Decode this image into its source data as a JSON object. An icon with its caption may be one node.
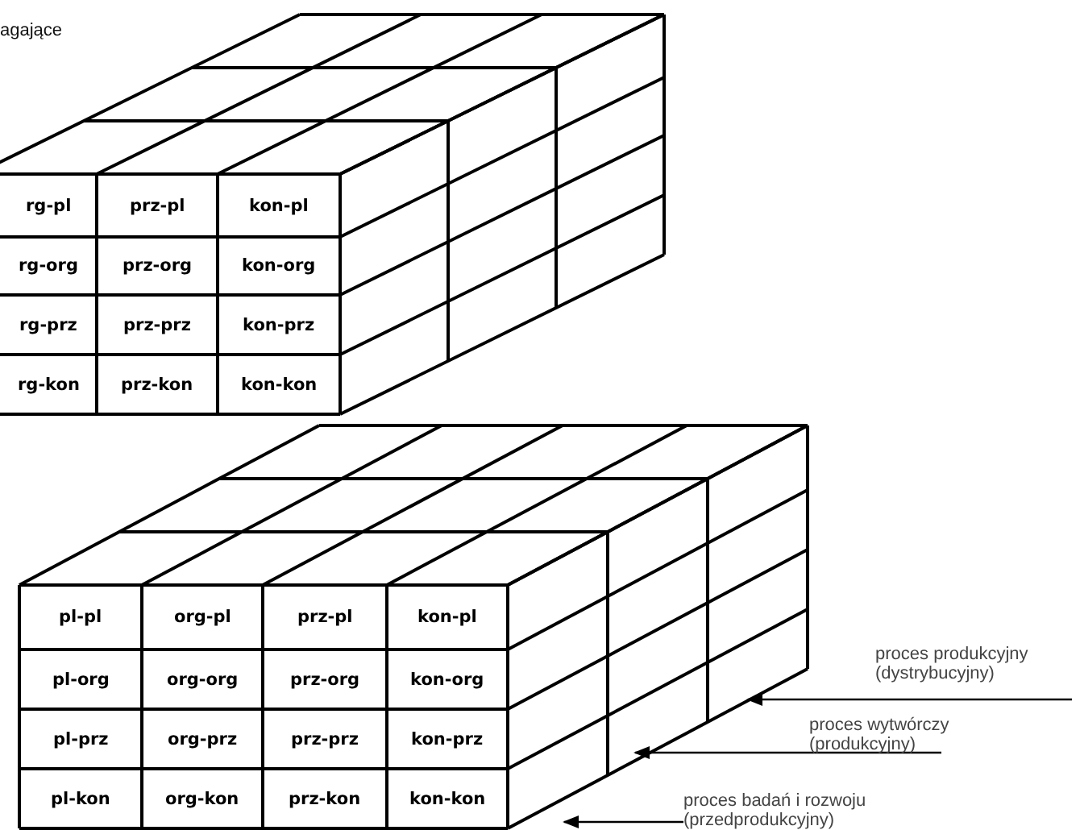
{
  "diagram": {
    "nodes": [
      {
        "text": [
          "proces produkcyjny (dystrybucyjny)"
        ]
      },
      {
        "text": [
          "proces wytwórczy (produkcyjny)"
        ]
      },
      {
        "text": [
          "proces badań i rozwoju (przedprodukcyjny)"
        ]
      }
    ],
    "edges": [
      {
        "from": 0,
        "to": null,
        "arrow": "to"
      },
      {
        "from": 1,
        "to": null,
        "arrow": "to"
      },
      {
        "from": 2,
        "to": null,
        "arrow": "to"
      }
    ],
    "labels": [
      "agające",
      "rg-pl",
      "prz-pl",
      "kon-pl",
      "rg-org",
      "prz-org",
      "kon-org",
      "rg-prz",
      "prz-prz",
      "kon-prz",
      "rg-kon",
      "prz-kon",
      "kon-kon",
      "pl-pl",
      "org-pl",
      "prz-pl",
      "kon-pl",
      "pl-org",
      "org-org",
      "prz-org",
      "kon-org",
      "pl-prz",
      "org-prz",
      "prz-prz",
      "kon-prz",
      "pl-kon",
      "org-kon",
      "prz-kon",
      "kon-kon"
    ]
  }
}
